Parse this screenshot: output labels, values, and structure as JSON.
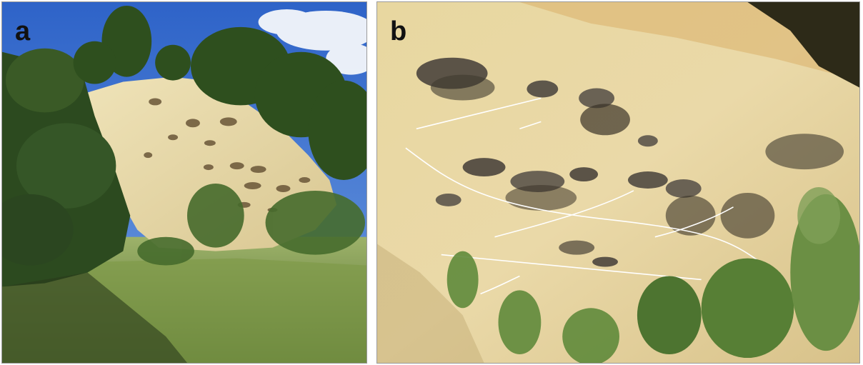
{
  "figure": {
    "panels": [
      {
        "id": "a",
        "label": "a"
      },
      {
        "id": "b",
        "label": "b"
      }
    ],
    "colors": {
      "sky": "#2f6fd1",
      "sand": "#e9d9a6",
      "shadow": "#6f5a3e",
      "foliage": "#2f4d22",
      "grass": "#8aa056",
      "annotation_line": "#ffffff"
    }
  }
}
